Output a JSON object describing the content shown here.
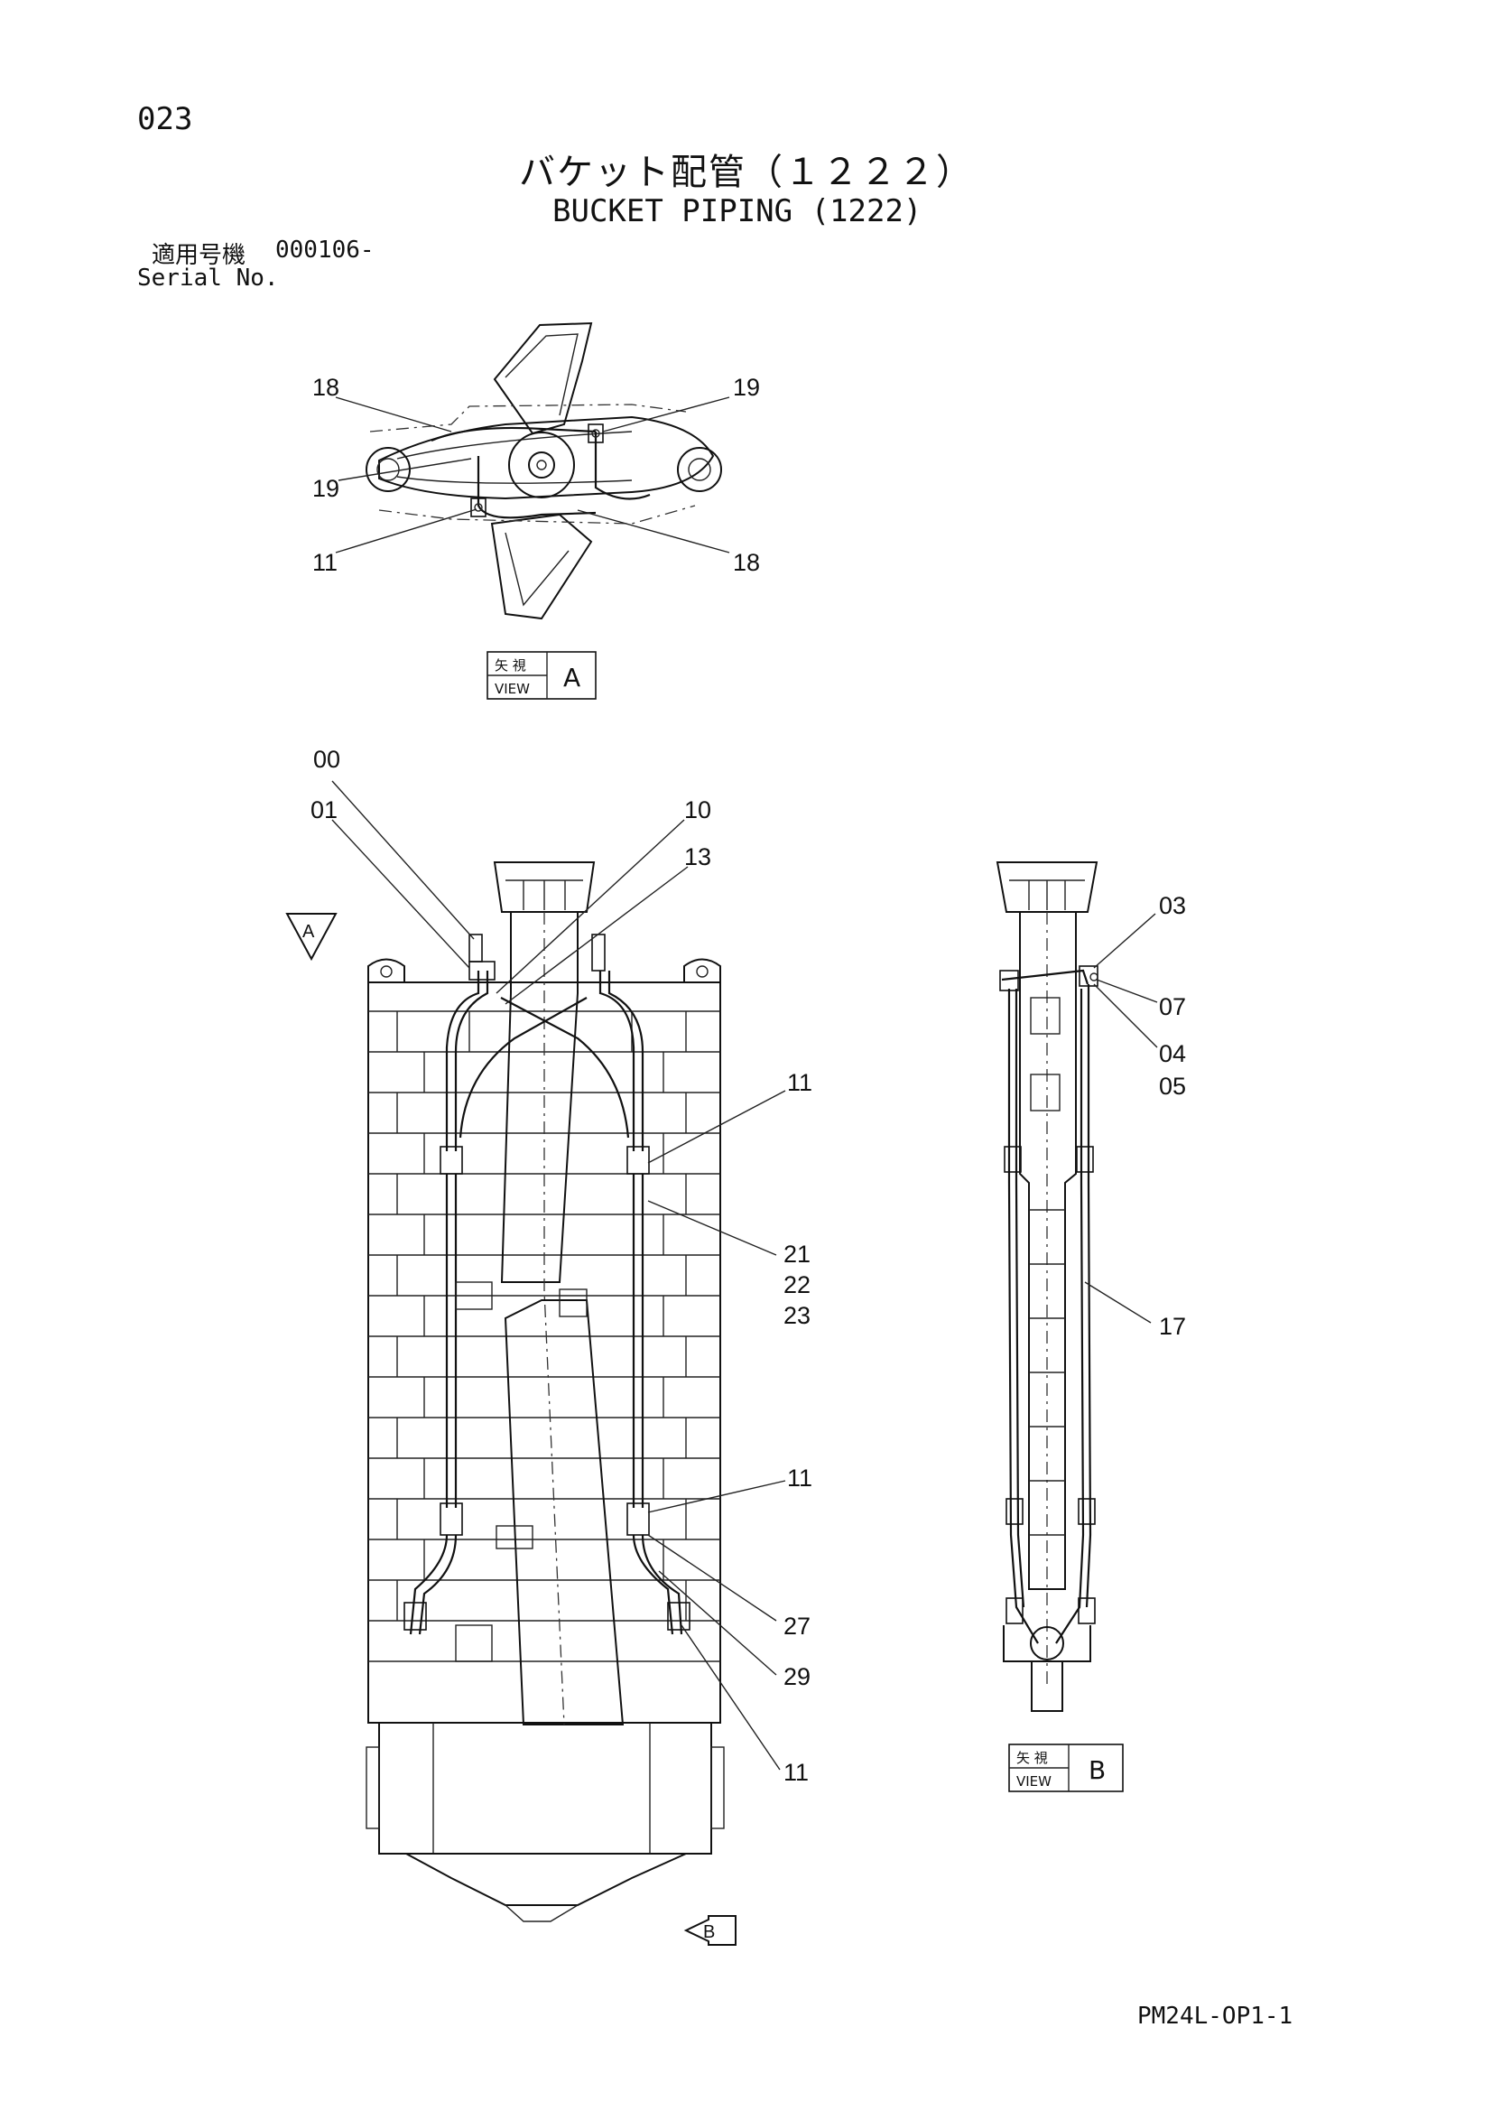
{
  "header": {
    "page_number": "023",
    "title_jp": "バケット配管（１２２２）",
    "title_en": "BUCKET PIPING (1222)",
    "serial_label_jp": "適用号機",
    "serial_value": "000106-",
    "serial_label_en": "Serial No."
  },
  "views": {
    "view_a": {
      "jp": "矢 視",
      "en": "VIEW",
      "letter": "A"
    },
    "view_b": {
      "jp": "矢 視",
      "en": "VIEW",
      "letter": "B"
    }
  },
  "arrows": {
    "a": "A",
    "b": "B"
  },
  "callouts": {
    "top_18_left": "18",
    "top_19_right": "19",
    "top_19_left": "19",
    "top_11": "11",
    "top_18_right": "18",
    "main_00": "00",
    "main_01": "01",
    "main_10": "10",
    "main_13": "13",
    "main_11_a": "11",
    "main_21": "21",
    "main_22": "22",
    "main_23": "23",
    "main_11_b": "11",
    "main_27": "27",
    "main_29": "29",
    "main_11_c": "11",
    "side_03": "03",
    "side_07": "07",
    "side_04": "04",
    "side_05": "05",
    "side_17": "17"
  },
  "footer": {
    "doc_code": "PM24L-OP1-1"
  }
}
